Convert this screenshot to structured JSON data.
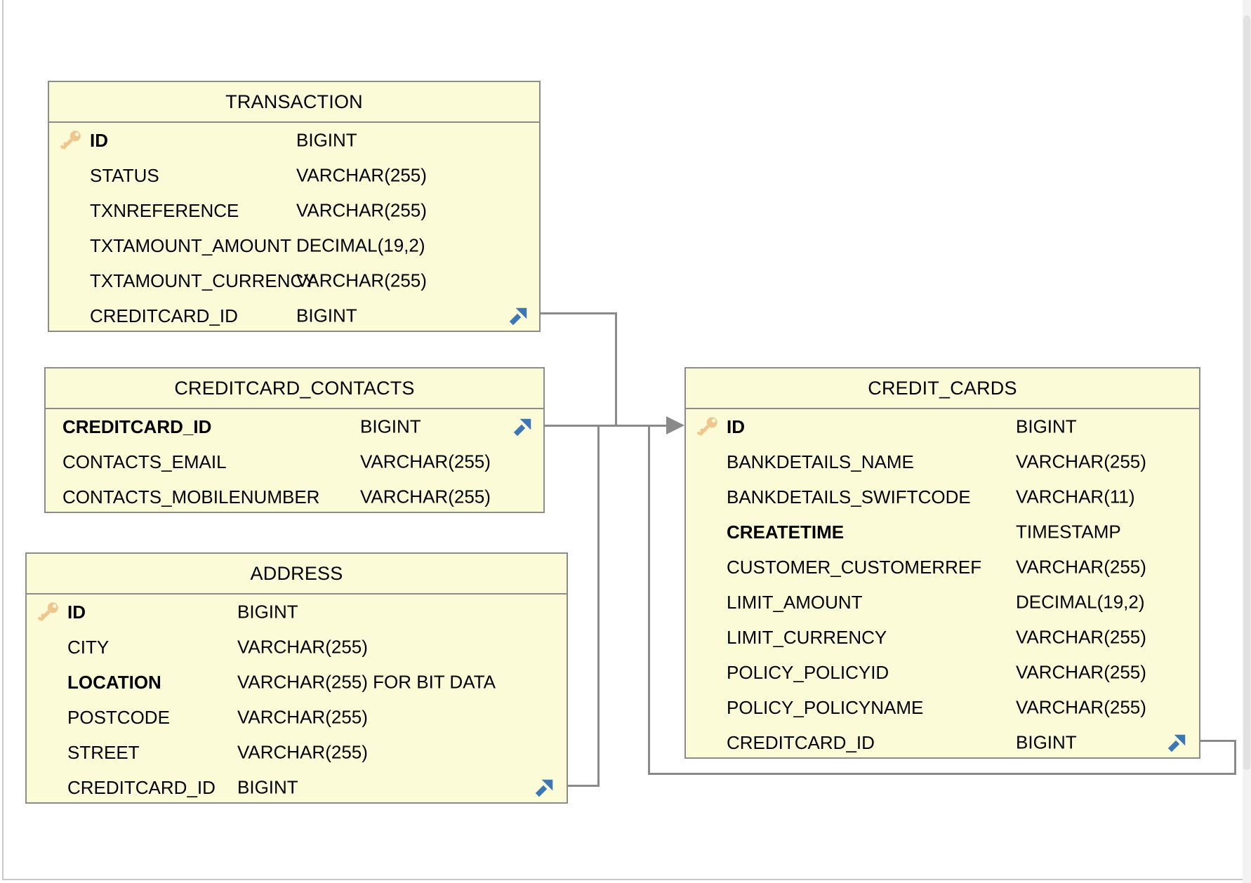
{
  "diagram": {
    "kind": "entity-relationship-diagram",
    "tables": 4,
    "colors": {
      "table_fill": "#FBFBD8",
      "table_border": "#8C8C8C",
      "connector_gray": "#8A8A8A",
      "primary_key_gold": "#EFC78C",
      "foreign_key_blue": "#3D76B5",
      "text": "#000000"
    }
  },
  "tables": [
    {
      "name": "TRANSACTION",
      "columns": [
        {
          "name": "ID",
          "type": "BIGINT",
          "primary_key": true,
          "bold": true
        },
        {
          "name": "STATUS",
          "type": "VARCHAR(255)"
        },
        {
          "name": "TXNREFERENCE",
          "type": "VARCHAR(255)"
        },
        {
          "name": "TXTAMOUNT_AMOUNT",
          "type": "DECIMAL(19,2)"
        },
        {
          "name": "TXTAMOUNT_CURRENCY",
          "type": "VARCHAR(255)"
        },
        {
          "name": "CREDITCARD_ID",
          "type": "BIGINT",
          "foreign_key": true
        }
      ]
    },
    {
      "name": "CREDITCARD_CONTACTS",
      "columns": [
        {
          "name": "CREDITCARD_ID",
          "type": "BIGINT",
          "bold": true,
          "foreign_key": true
        },
        {
          "name": "CONTACTS_EMAIL",
          "type": "VARCHAR(255)"
        },
        {
          "name": "CONTACTS_MOBILENUMBER",
          "type": "VARCHAR(255)"
        }
      ]
    },
    {
      "name": "ADDRESS",
      "columns": [
        {
          "name": "ID",
          "type": "BIGINT",
          "primary_key": true,
          "bold": true
        },
        {
          "name": "CITY",
          "type": "VARCHAR(255)"
        },
        {
          "name": "LOCATION",
          "type": "VARCHAR(255) FOR BIT DATA",
          "bold": true
        },
        {
          "name": "POSTCODE",
          "type": "VARCHAR(255)"
        },
        {
          "name": "STREET",
          "type": "VARCHAR(255)"
        },
        {
          "name": "CREDITCARD_ID",
          "type": "BIGINT",
          "foreign_key": true
        }
      ]
    },
    {
      "name": "CREDIT_CARDS",
      "columns": [
        {
          "name": "ID",
          "type": "BIGINT",
          "primary_key": true,
          "bold": true
        },
        {
          "name": "BANKDETAILS_NAME",
          "type": "VARCHAR(255)"
        },
        {
          "name": "BANKDETAILS_SWIFTCODE",
          "type": "VARCHAR(11)"
        },
        {
          "name": "CREATETIME",
          "type": "TIMESTAMP",
          "bold": true
        },
        {
          "name": "CUSTOMER_CUSTOMERREF",
          "type": "VARCHAR(255)"
        },
        {
          "name": "LIMIT_AMOUNT",
          "type": "DECIMAL(19,2)"
        },
        {
          "name": "LIMIT_CURRENCY",
          "type": "VARCHAR(255)"
        },
        {
          "name": "POLICY_POLICYID",
          "type": "VARCHAR(255)"
        },
        {
          "name": "POLICY_POLICYNAME",
          "type": "VARCHAR(255)"
        },
        {
          "name": "CREDITCARD_ID",
          "type": "BIGINT",
          "foreign_key": true
        }
      ]
    }
  ],
  "relationships": [
    {
      "from": "TRANSACTION.CREDITCARD_ID",
      "to": "CREDIT_CARDS.ID"
    },
    {
      "from": "CREDITCARD_CONTACTS.CREDITCARD_ID",
      "to": "CREDIT_CARDS.ID"
    },
    {
      "from": "ADDRESS.CREDITCARD_ID",
      "to": "CREDIT_CARDS.ID"
    },
    {
      "from": "CREDIT_CARDS.CREDITCARD_ID",
      "to": "CREDIT_CARDS.ID"
    }
  ]
}
